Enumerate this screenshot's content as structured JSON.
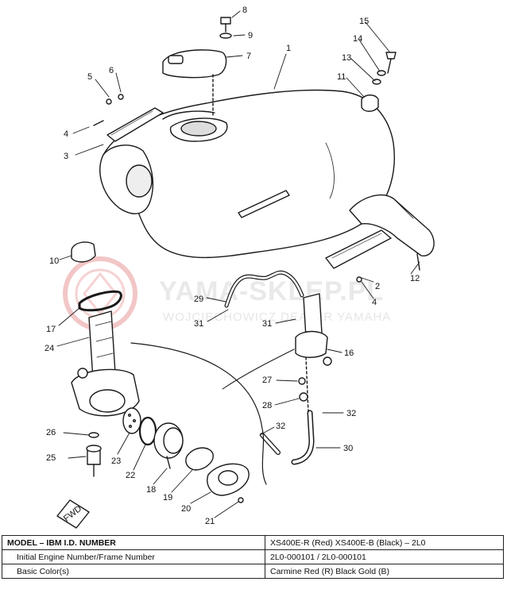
{
  "watermark": {
    "title": "YAMA-SKLEP.PL",
    "subtitle": "WOJCIECHOWICZ DEALER YAMAHA"
  },
  "fwd_label": "FWD",
  "callouts": [
    "1",
    "2",
    "3",
    "4",
    "4",
    "5",
    "6",
    "7",
    "8",
    "9",
    "10",
    "11",
    "12",
    "13",
    "14",
    "15",
    "16",
    "17",
    "18",
    "19",
    "20",
    "21",
    "22",
    "23",
    "24",
    "25",
    "26",
    "27",
    "28",
    "29",
    "30",
    "31",
    "31",
    "32",
    "32"
  ],
  "table": {
    "rows": [
      {
        "label": "MODEL – IBM I.D. NUMBER",
        "value": "XS400E-R (Red) XS400E-B (Black) – 2L0"
      },
      {
        "label": "Initial Engine Number/Frame Number",
        "value": "2L0-000101 / 2L0-000101"
      },
      {
        "label": "Basic Color(s)",
        "value": "Carmine Red (R) Black Gold (B)"
      }
    ]
  },
  "colors": {
    "ink": "#1a1a1a",
    "watermark_logo": "#f2c6c6"
  }
}
